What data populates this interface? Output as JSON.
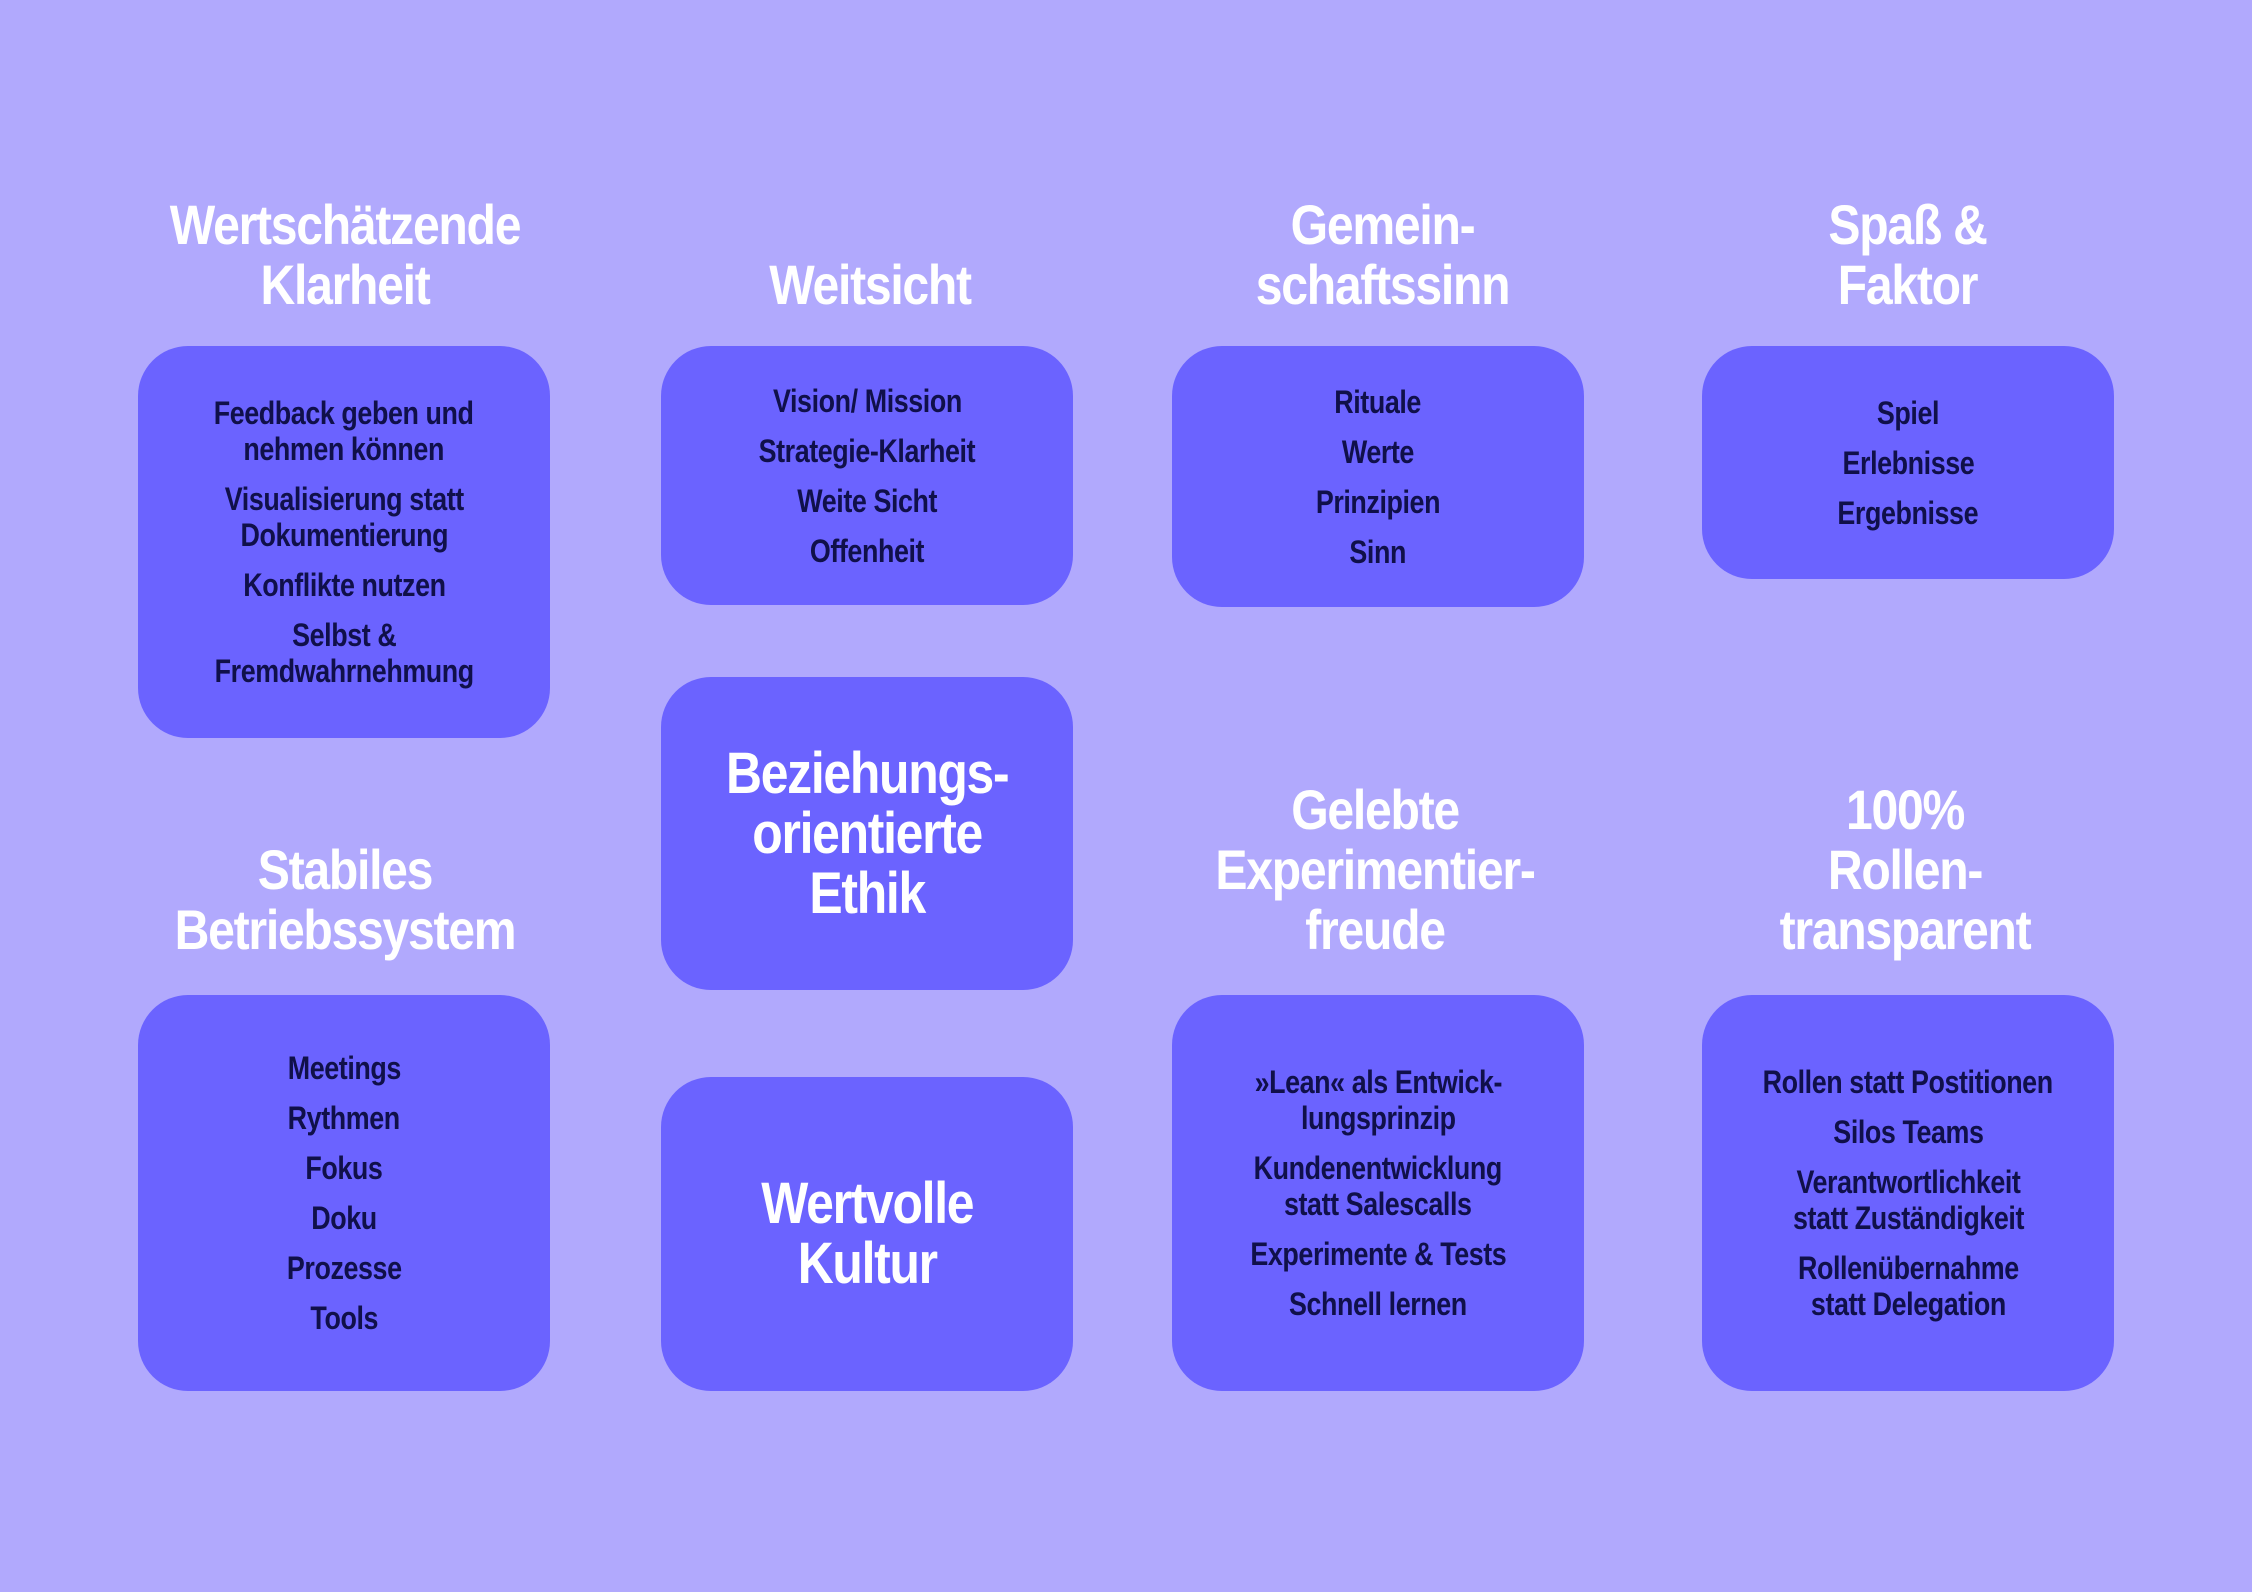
{
  "headings": {
    "wertschaetzende": [
      "Wertschätzende",
      "Klarheit"
    ],
    "weitsicht": [
      "Weitsicht"
    ],
    "gemeinschaft": [
      "Gemein-",
      "schaftssinn"
    ],
    "spass": [
      "Spaß &",
      "Faktor"
    ],
    "stabiles": [
      "Stabiles",
      "Betriebssystem"
    ],
    "gelebte": [
      "Gelebte",
      "Experimentier-",
      "freude"
    ],
    "rollen": [
      "100%",
      "Rollen-",
      "transparent"
    ]
  },
  "boxes": {
    "wertschaetzende": [
      [
        "Feedback geben und",
        "nehmen können"
      ],
      [
        "Visualisierung statt",
        "Dokumentierung"
      ],
      [
        "Konflikte nutzen"
      ],
      [
        "Selbst &",
        "Fremdwahrnehmung"
      ]
    ],
    "weitsicht": [
      [
        "Vision/ Mission"
      ],
      [
        "Strategie-Klarheit"
      ],
      [
        "Weite Sicht"
      ],
      [
        "Offenheit"
      ]
    ],
    "gemeinschaft": [
      [
        "Rituale"
      ],
      [
        "Werte"
      ],
      [
        "Prinzipien"
      ],
      [
        "Sinn"
      ]
    ],
    "spass": [
      [
        "Spiel"
      ],
      [
        "Erlebnisse"
      ],
      [
        "Ergebnisse"
      ]
    ],
    "stabiles": [
      [
        "Meetings"
      ],
      [
        "Rythmen"
      ],
      [
        "Fokus"
      ],
      [
        "Doku"
      ],
      [
        "Prozesse"
      ],
      [
        "Tools"
      ]
    ],
    "gelebte": [
      [
        "»Lean« als Entwick-",
        "lungsprinzip"
      ],
      [
        "Kundenentwicklung",
        "statt Salescalls"
      ],
      [
        "Experimente & Tests"
      ],
      [
        "Schnell lernen"
      ]
    ],
    "rollen": [
      [
        "Rollen statt Postitionen"
      ],
      [
        "Silos Teams"
      ],
      [
        "Verantwortlichkeit",
        "statt Zuständigkeit"
      ],
      [
        "Rollenübernahme",
        "statt Delegation"
      ]
    ]
  },
  "center": {
    "ethik": [
      "Beziehungs-",
      "orientierte",
      "Ethik"
    ],
    "kultur": [
      "Wertvolle",
      "Kultur"
    ]
  },
  "colors": {
    "background": "#b1a9fd",
    "box": "#6b63ff",
    "heading_text": "#ffffff",
    "item_text": "#10104a"
  }
}
